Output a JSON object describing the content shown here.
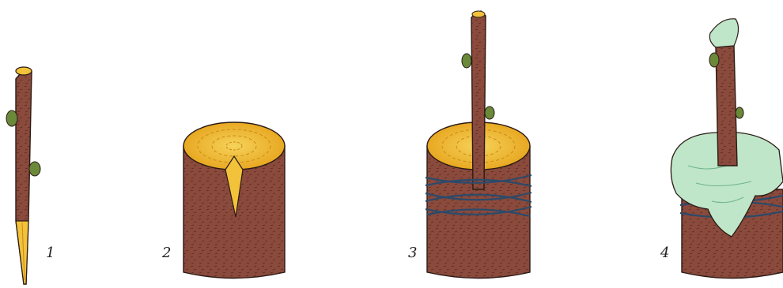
{
  "steps": [
    {
      "label": "1",
      "icon": "scion-cutting-icon"
    },
    {
      "label": "2",
      "icon": "split-rootstock-icon"
    },
    {
      "label": "3",
      "icon": "inserted-scion-tied-icon"
    },
    {
      "label": "4",
      "icon": "sealed-graft-icon"
    }
  ],
  "colors": {
    "bark": "#8a4a3c",
    "bark_dark": "#5a2a22",
    "wood": "#f2c23a",
    "wood_ring": "#c98a1a",
    "bud": "#6a8a3a",
    "twine": "#2c4a6a",
    "wrap": "#bfe6c8",
    "wrap_edge": "#6fb58a",
    "outline": "#2a1a14"
  }
}
